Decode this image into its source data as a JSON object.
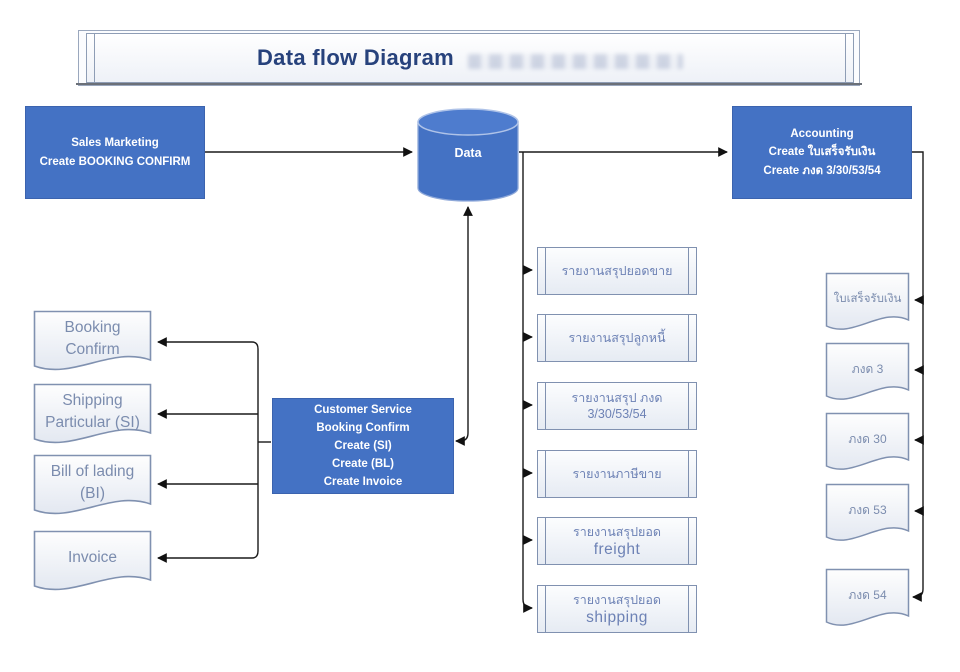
{
  "title": {
    "text": "Data flow Diagram"
  },
  "colors": {
    "accent_blue": "#4472C4",
    "box_border": "#3B63AE",
    "box_text": "#FFFFFF",
    "doc_border": "#8091B0",
    "doc_text": "#7B8CAE",
    "report_text": "#6D82B5",
    "title_text": "#27427C",
    "connector": "#1A1A1A"
  },
  "nodes": {
    "sales_marketing": {
      "lines": [
        "Sales Marketing",
        "Create BOOKING CONFIRM"
      ]
    },
    "data_store": {
      "label": "Data"
    },
    "accounting": {
      "lines": [
        "Accounting",
        "Create ใบเสร็จรับเงิน",
        "Create ภงด 3/30/53/54"
      ]
    },
    "customer_service": {
      "lines": [
        "Customer Service",
        "Booking Confirm",
        "Create (SI)",
        "Create (BL)",
        "Create Invoice"
      ]
    },
    "left_documents": [
      {
        "lines": [
          "Booking",
          "Confirm"
        ]
      },
      {
        "lines": [
          "Shipping",
          "Particular (SI)"
        ]
      },
      {
        "lines": [
          "Bill of lading",
          "(BI)"
        ]
      },
      {
        "lines": [
          "Invoice"
        ]
      }
    ],
    "reports": [
      {
        "lines": [
          "รายงานสรุปยอดขาย"
        ]
      },
      {
        "lines": [
          "รายงานสรุปลูกหนี้"
        ]
      },
      {
        "lines": [
          "รายงานสรุป ภงด",
          "3/30/53/54"
        ]
      },
      {
        "lines": [
          "รายงานภาษีขาย"
        ]
      },
      {
        "lines": [
          "รายงานสรุปยอด",
          "freight"
        ]
      },
      {
        "lines": [
          "รายงานสรุปยอด",
          "shipping"
        ]
      }
    ],
    "right_documents": [
      {
        "label": "ใบเสร็จรับเงิน"
      },
      {
        "label": "ภงด 3"
      },
      {
        "label": "ภงด 30"
      },
      {
        "label": "ภงด 53"
      },
      {
        "label": "ภงด 54"
      }
    ]
  }
}
